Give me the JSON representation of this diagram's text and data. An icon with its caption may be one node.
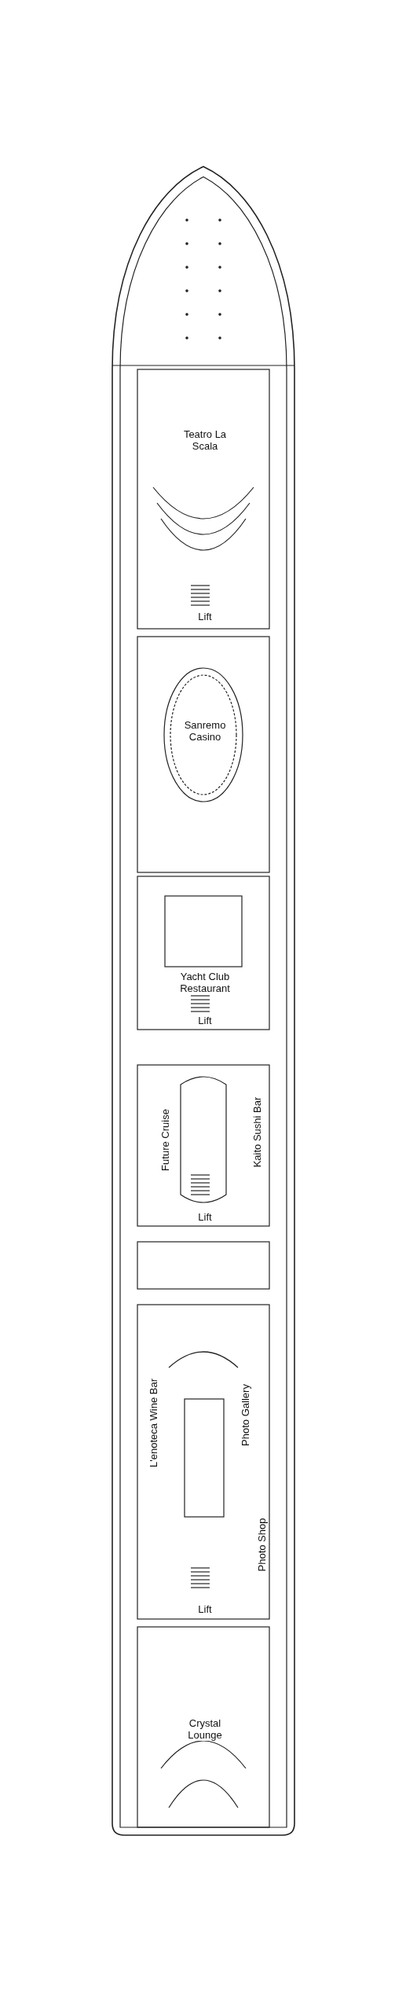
{
  "diagram": {
    "labels": [
      "Teatro La Scala",
      "Lift",
      "Sanremo Casino",
      "Yacht Club Restaurant",
      "Lift",
      "Future Cruise",
      "Kaito Sushi Bar",
      "Lift",
      "L'enoteca Wine Bar",
      "Photo Gallery",
      "Photo Shop",
      "Lift",
      "Crystal Lounge"
    ]
  }
}
